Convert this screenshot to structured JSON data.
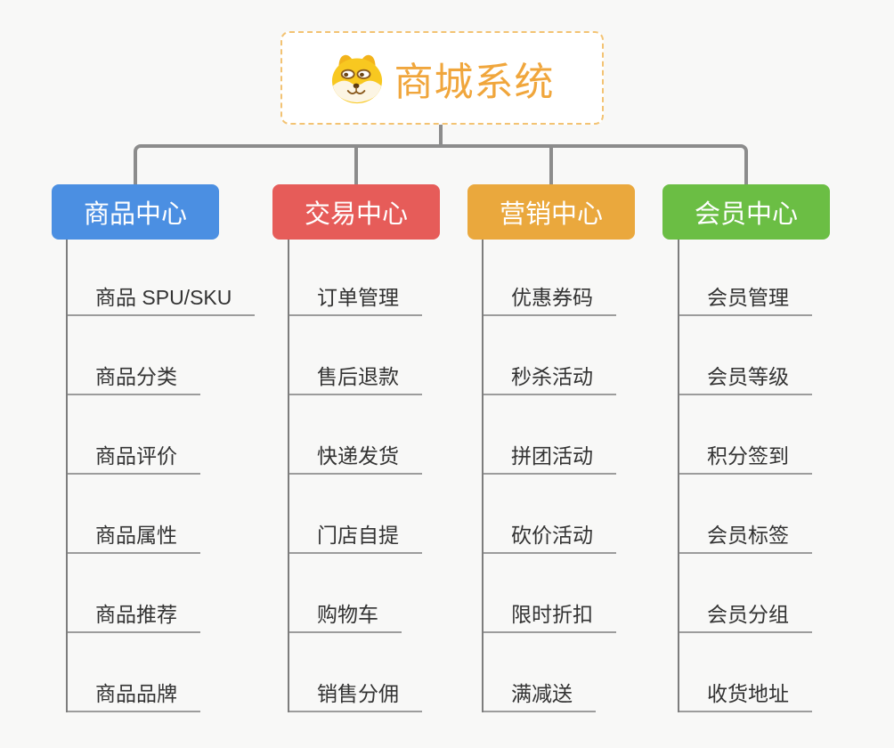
{
  "root": {
    "title": "商城系统",
    "icon": "dog-icon"
  },
  "branches": [
    {
      "id": "product-center",
      "label": "商品中心",
      "color": "#4b8fe2",
      "items": [
        "商品 SPU/SKU",
        "商品分类",
        "商品评价",
        "商品属性",
        "商品推荐",
        "商品品牌"
      ]
    },
    {
      "id": "trade-center",
      "label": "交易中心",
      "color": "#e65c59",
      "items": [
        "订单管理",
        "售后退款",
        "快递发货",
        "门店自提",
        "购物车",
        "销售分佣"
      ]
    },
    {
      "id": "marketing-center",
      "label": "营销中心",
      "color": "#eaa83d",
      "items": [
        "优惠券码",
        "秒杀活动",
        "拼团活动",
        "砍价活动",
        "限时折扣",
        "满减送"
      ]
    },
    {
      "id": "member-center",
      "label": "会员中心",
      "color": "#6bbe44",
      "items": [
        "会员管理",
        "会员等级",
        "积分签到",
        "会员标签",
        "会员分组",
        "收货地址"
      ]
    }
  ],
  "colors": {
    "root_title": "#f0a63c",
    "root_border": "#f3c373",
    "connector": "#8c8c8c",
    "trunk_line": "#7d7d7d",
    "leaf_underline": "#9c9c9c",
    "background": "#f8f8f7",
    "leaf_text": "#333333"
  }
}
